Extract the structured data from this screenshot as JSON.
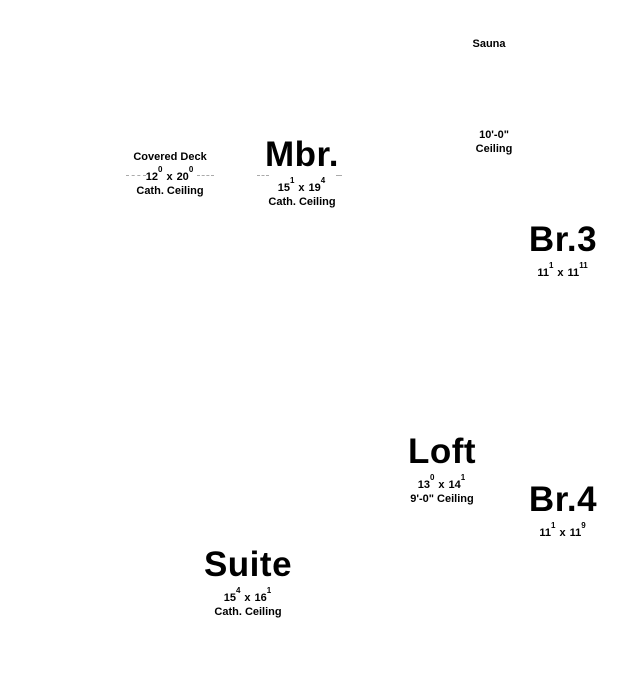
{
  "rooms": {
    "sauna": {
      "name": "Sauna"
    },
    "hall_ceiling": {
      "line1": "10'-0\"",
      "line2": "Ceiling"
    },
    "covered_deck": {
      "name": "Covered Deck",
      "w": "12",
      "w_in": "0",
      "x": "x",
      "l": "20",
      "l_in": "0",
      "ceiling": "Cath. Ceiling"
    },
    "mbr": {
      "name": "Mbr.",
      "w": "15",
      "w_in": "1",
      "x": "x",
      "l": "19",
      "l_in": "4",
      "ceiling": "Cath. Ceiling"
    },
    "br3": {
      "name": "Br.3",
      "w": "11",
      "w_in": "1",
      "x": "x",
      "l": "11",
      "l_in": "11"
    },
    "loft": {
      "name": "Loft",
      "w": "13",
      "w_in": "0",
      "x": "x",
      "l": "14",
      "l_in": "1",
      "ceiling": "9'-0\" Ceiling"
    },
    "br4": {
      "name": "Br.4",
      "w": "11",
      "w_in": "1",
      "x": "x",
      "l": "11",
      "l_in": "9"
    },
    "suite": {
      "name": "Suite",
      "w": "15",
      "w_in": "4",
      "x": "x",
      "l": "16",
      "l_in": "1",
      "ceiling": "Cath. Ceiling"
    }
  }
}
